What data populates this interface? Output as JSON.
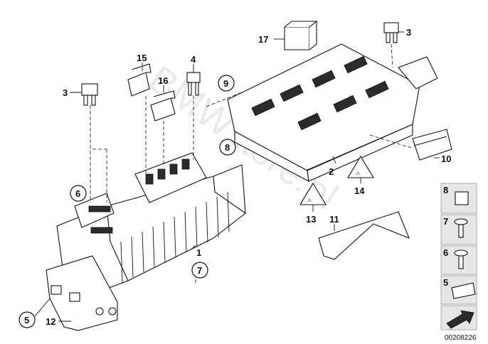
{
  "watermark": "BMWstore.pl",
  "doc_number": "00208226",
  "callouts": {
    "c1": "1",
    "c2": "2",
    "c3a": "3",
    "c3b": "3",
    "c4": "4",
    "c5": "5",
    "c6": "6",
    "c7": "7",
    "c8": "8",
    "c9": "9",
    "c10": "10",
    "c11": "11",
    "c12": "12",
    "c13": "13",
    "c14": "14",
    "c15": "15",
    "c16": "16",
    "c17": "17"
  },
  "legend": {
    "l8": "8",
    "l7": "7",
    "l6": "6",
    "l5": "5"
  }
}
